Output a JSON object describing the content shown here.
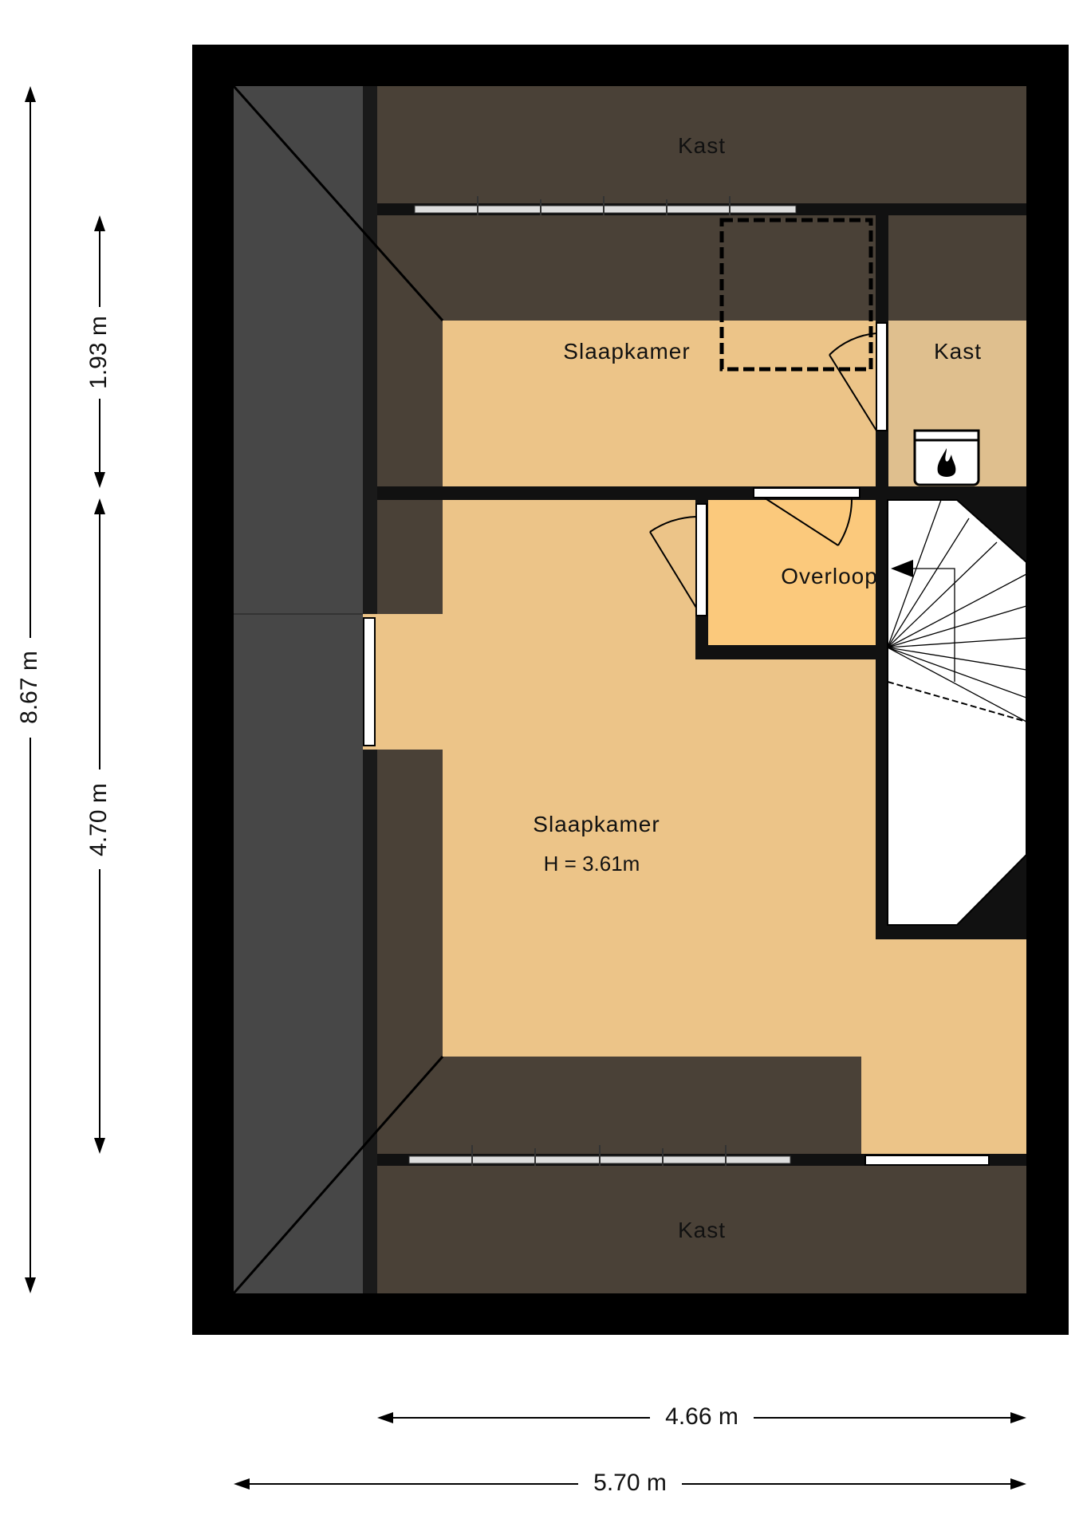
{
  "rooms": {
    "kast_top": "Kast",
    "slaapkamer_top": "Slaapkamer",
    "kast_right": "Kast",
    "overloop": "Overloop",
    "slaapkamer_main": "Slaapkamer",
    "slaapkamer_main_height": "H = 3.61m",
    "kast_bottom": "Kast"
  },
  "dimensions": {
    "total_height": "8.67 m",
    "top_room_depth": "1.93 m",
    "main_room_depth": "4.70 m",
    "inner_width": "4.66 m",
    "total_width": "5.70 m"
  },
  "colors": {
    "wall": "#000000",
    "sloped_ceiling": "#4a4137",
    "room_floor": "#ecc488",
    "landing_floor": "#fbc97c",
    "closet_floor": "#dfbf8e",
    "roof_strip": "#474747",
    "stair_white": "#ffffff"
  }
}
